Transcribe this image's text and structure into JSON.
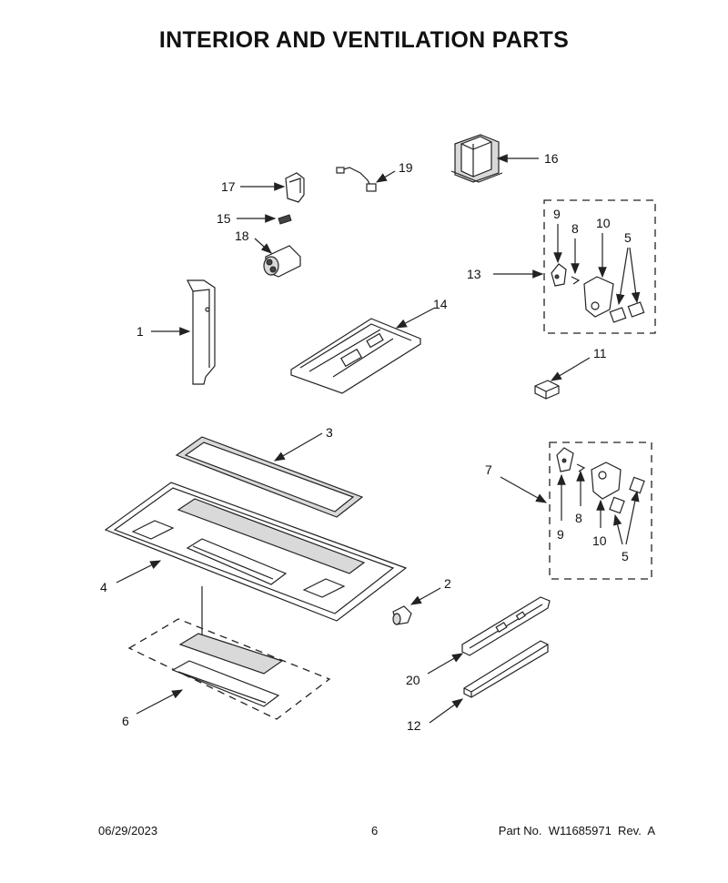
{
  "title": "INTERIOR AND VENTILATION PARTS",
  "callouts": {
    "c1": "1",
    "c2": "2",
    "c3": "3",
    "c4": "4",
    "c5a": "5",
    "c5b": "5",
    "c6": "6",
    "c7": "7",
    "c8a": "8",
    "c8b": "8",
    "c9a": "9",
    "c9b": "9",
    "c10a": "10",
    "c10b": "10",
    "c11": "11",
    "c12": "12",
    "c13": "13",
    "c14": "14",
    "c15": "15",
    "c16": "16",
    "c17": "17",
    "c18": "18",
    "c19": "19",
    "c20": "20"
  },
  "footer": {
    "date": "06/29/2023",
    "page": "6",
    "part_no": "Part No.  W11685971  Rev.  A"
  }
}
